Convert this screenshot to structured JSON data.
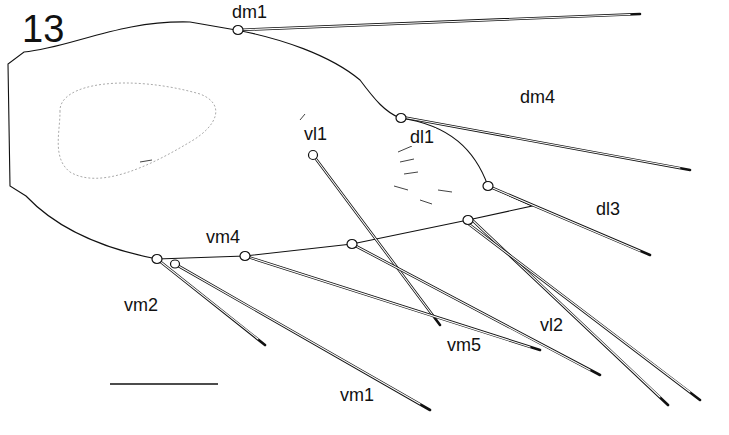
{
  "diagram": {
    "labels": [
      "13",
      "dm1",
      "dm4",
      "dl1",
      "vl1",
      "dl3",
      "vm4",
      "vm2",
      "vm5",
      "vl2",
      "vm1"
    ]
  }
}
